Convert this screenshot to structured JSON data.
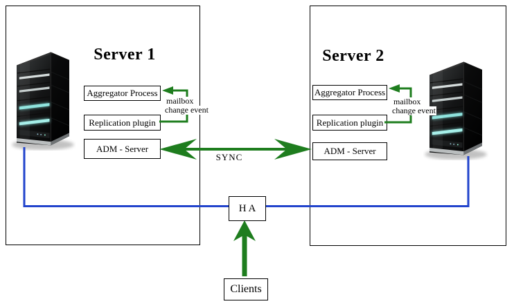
{
  "colors": {
    "green": "#1e7d1e",
    "blue": "#2244cc",
    "box_border": "#000000",
    "background": "#ffffff"
  },
  "server1": {
    "title": "Server 1",
    "components": [
      "Aggregator Process",
      "Replication plugin",
      "ADM - Server"
    ],
    "event_label_line1": "mailbox",
    "event_label_line2": "change event",
    "icon": "server-tower-icon"
  },
  "server2": {
    "title": "Server 2",
    "components": [
      "Aggregator Process",
      "Replication plugin",
      "ADM - Server"
    ],
    "event_label_line1": "mailbox",
    "event_label_line2": "change event",
    "icon": "server-tower-icon"
  },
  "sync_label": "SYNC",
  "ha_label": "H A",
  "clients_label": "Clients"
}
